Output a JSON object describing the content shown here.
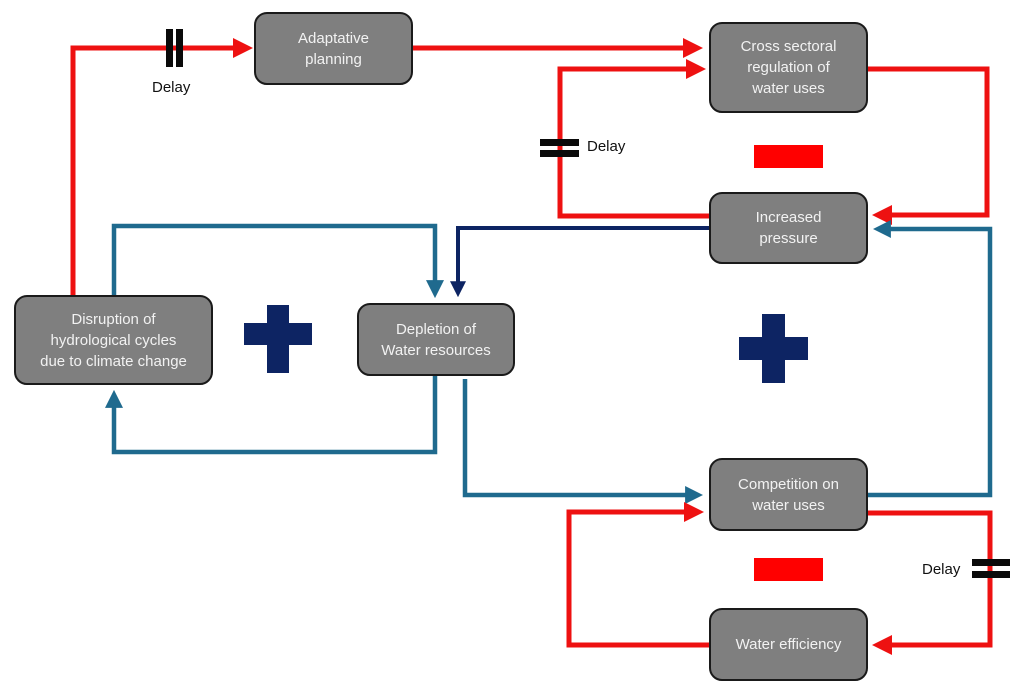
{
  "title": "Causal loop diagram of water resource dynamics under climate change",
  "colors": {
    "negative_link": "#ee1111",
    "positive_link": "#1f6a8e",
    "dark_link": "#0d2463",
    "plus_sign": "#0d2463",
    "minus_sign": "#ff0000",
    "node_fill": "#7f7f7f",
    "node_border": "#1a1a1a",
    "node_text": "#f2f2f2",
    "delay_mark": "#0a0a0a"
  },
  "nodes": {
    "adaptative_planning": "Adaptative\nplanning",
    "cross_sectoral": "Cross sectoral\nregulation of\nwater uses",
    "increased_pressure": "Increased\npressure",
    "disruption": "Disruption of\nhydrological cycles\ndue to climate change",
    "depletion": "Depletion of\nWater resources",
    "competition": "Competition on\nwater  uses",
    "water_efficiency": "Water efficiency"
  },
  "delay_labels": {
    "top": "Delay",
    "cross_loop": "Delay",
    "efficiency_loop": "Delay"
  },
  "loop_polarity": {
    "left_loop": "+",
    "right_loop": "+",
    "regulation_loop": "−",
    "efficiency_loop": "−"
  },
  "links": [
    {
      "from": "Disruption of hydrological cycles",
      "to": "Adaptative planning",
      "polarity": "negative",
      "delay": true
    },
    {
      "from": "Adaptative planning",
      "to": "Cross sectoral regulation of water uses",
      "polarity": "negative",
      "delay": false
    },
    {
      "from": "Increased pressure",
      "to": "Cross sectoral regulation of water uses",
      "polarity": "negative",
      "delay": true
    },
    {
      "from": "Cross sectoral regulation of water uses",
      "to": "Increased pressure",
      "polarity": "negative",
      "delay": false
    },
    {
      "from": "Increased pressure",
      "to": "Depletion of Water resources",
      "polarity": "dark",
      "delay": false
    },
    {
      "from": "Disruption of hydrological cycles",
      "to": "Depletion of Water resources",
      "polarity": "positive",
      "delay": false
    },
    {
      "from": "Depletion of Water resources",
      "to": "Disruption of hydrological cycles",
      "polarity": "positive",
      "delay": false
    },
    {
      "from": "Depletion of Water resources",
      "to": "Competition on water uses",
      "polarity": "positive",
      "delay": false
    },
    {
      "from": "Competition on water uses",
      "to": "Increased pressure",
      "polarity": "positive",
      "delay": false
    },
    {
      "from": "Competition on water uses",
      "to": "Water efficiency",
      "polarity": "negative",
      "delay": true
    },
    {
      "from": "Water efficiency",
      "to": "Competition on water uses",
      "polarity": "negative",
      "delay": false
    }
  ]
}
